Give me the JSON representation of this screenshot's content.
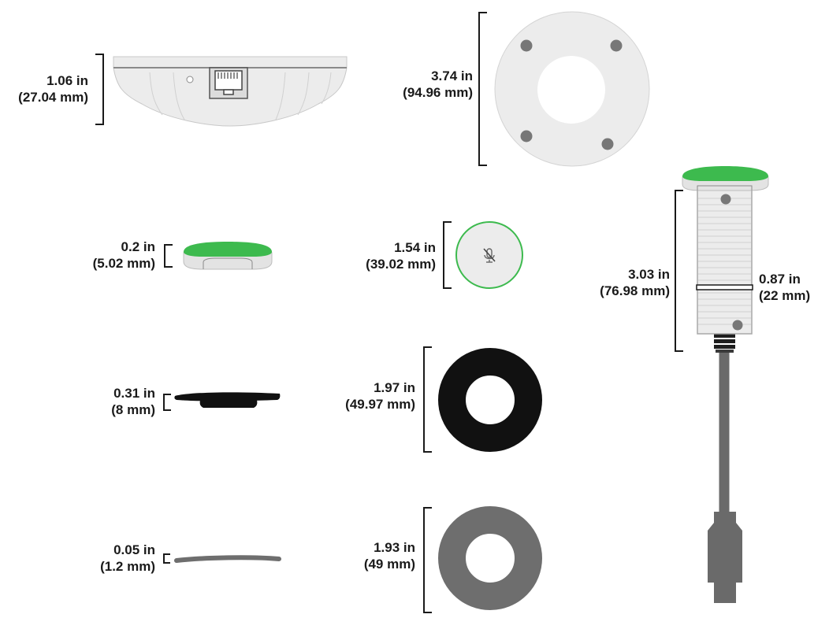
{
  "dimensions": [
    {
      "id": "hub-height",
      "inch": "1.06 in",
      "mm": "(27.04 mm)"
    },
    {
      "id": "mount-plate-diameter",
      "inch": "3.74 in",
      "mm": "(94.96 mm)"
    },
    {
      "id": "button-cap-height",
      "inch": "0.2 in",
      "mm": "(5.02 mm)"
    },
    {
      "id": "button-cap-diameter",
      "inch": "1.54 in",
      "mm": "(39.02 mm)"
    },
    {
      "id": "button-body-length",
      "inch": "3.03 in",
      "mm": "(76.98 mm)"
    },
    {
      "id": "button-body-diameter",
      "inch": "0.87 in",
      "mm": "(22 mm)"
    },
    {
      "id": "black-gasket-height",
      "inch": "0.31 in",
      "mm": "(8 mm)"
    },
    {
      "id": "black-gasket-diameter",
      "inch": "1.97 in",
      "mm": "(49.97 mm)"
    },
    {
      "id": "gray-washer-height",
      "inch": "0.05 in",
      "mm": "(1.2 mm)"
    },
    {
      "id": "gray-washer-diameter",
      "inch": "1.93 in",
      "mm": "(49 mm)"
    }
  ],
  "colors": {
    "accent_green": "#3dba4e",
    "device_white": "#ececec",
    "outline": "#7a7a7a",
    "black_gasket": "#111111",
    "gray_washer": "#6e6e6e",
    "cable": "#6a6a6a",
    "bracket": "#1a1a1a"
  },
  "icons": [
    "rj45-port-icon",
    "mic-mute-icon"
  ]
}
